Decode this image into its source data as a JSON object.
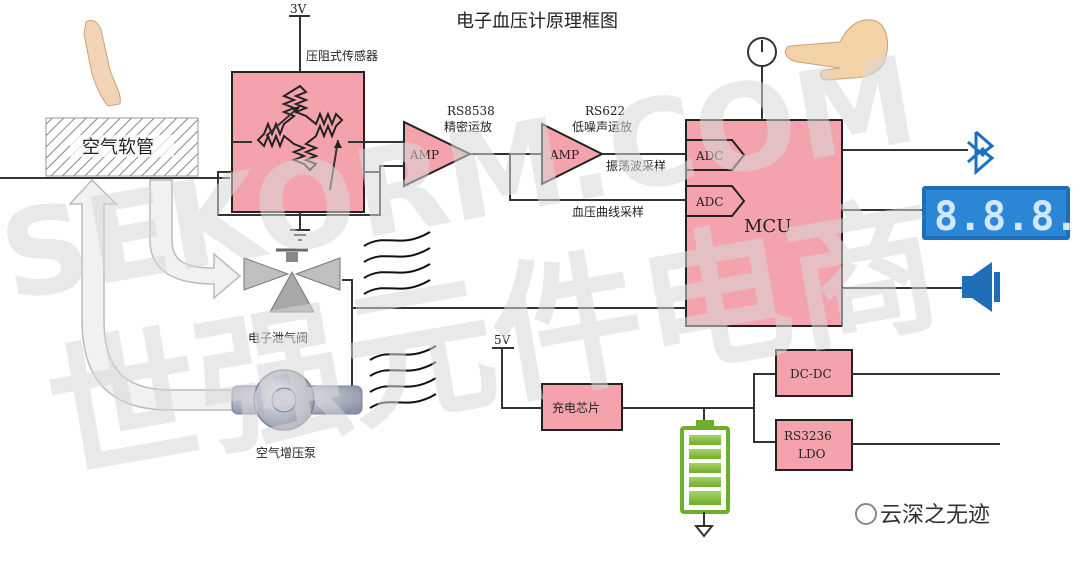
{
  "title": "电子血压计原理框图",
  "labels": {
    "v3": "3V",
    "v5": "5V",
    "sensor": "压阻式传感器",
    "amp1_part": "RS8538",
    "amp1_desc": "精密运放",
    "amp2_part": "RS622",
    "amp2_desc": "低噪声运放",
    "amp": "AMP",
    "adc": "ADC",
    "mcu": "MCU",
    "hose": "空气软管",
    "valve": "电子泄气阀",
    "pump": "空气增压泵",
    "ripple_sample": "振荡波采样",
    "curve_sample": "血压曲线采样",
    "charge": "充电芯片",
    "dcdc": "DC-DC",
    "ldo_part": "RS3236",
    "ldo": "LDO"
  },
  "watermark": {
    "sekorm": "SEKORM.COM",
    "cn": "世强元件电商",
    "wechat": "云深之无迹"
  },
  "icons": [
    "power-button-icon",
    "hand-pointer-icon",
    "bluetooth-icon",
    "seven-segment-display-icon",
    "speaker-icon",
    "battery-icon",
    "ground-icon",
    "arm-icon"
  ]
}
